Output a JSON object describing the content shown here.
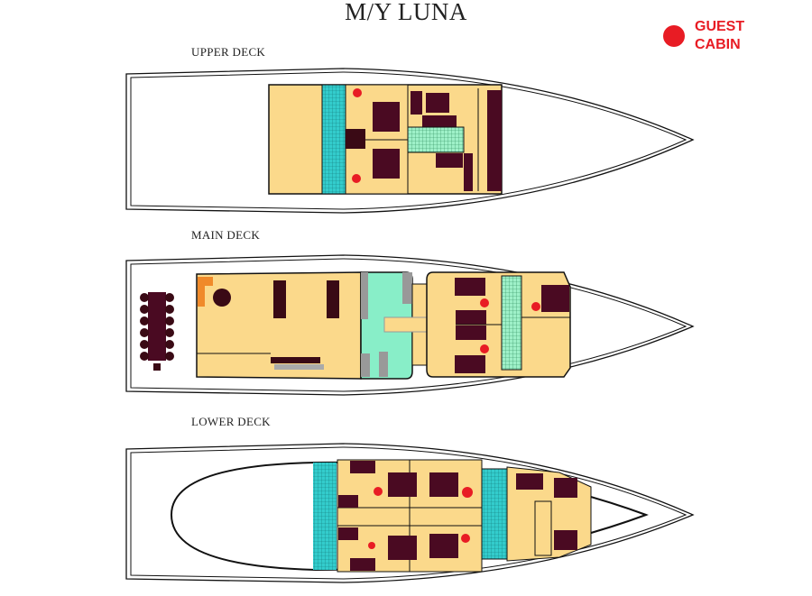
{
  "title": "M/Y LUNA",
  "legend": {
    "line1": "GUEST",
    "line2": "CABIN",
    "color": "#e81c24"
  },
  "decks": [
    {
      "label": "UPPER DECK",
      "guest_cabins": 2
    },
    {
      "label": "MAIN DECK",
      "guest_cabins": 3
    },
    {
      "label": "LOWER DECK",
      "guest_cabins": 4
    }
  ],
  "colors": {
    "cabin": "#fbd98b",
    "furniture": "#4a0a22",
    "bath": "#33cccc",
    "galley": "#88eec8",
    "marker": "#e81c24"
  }
}
